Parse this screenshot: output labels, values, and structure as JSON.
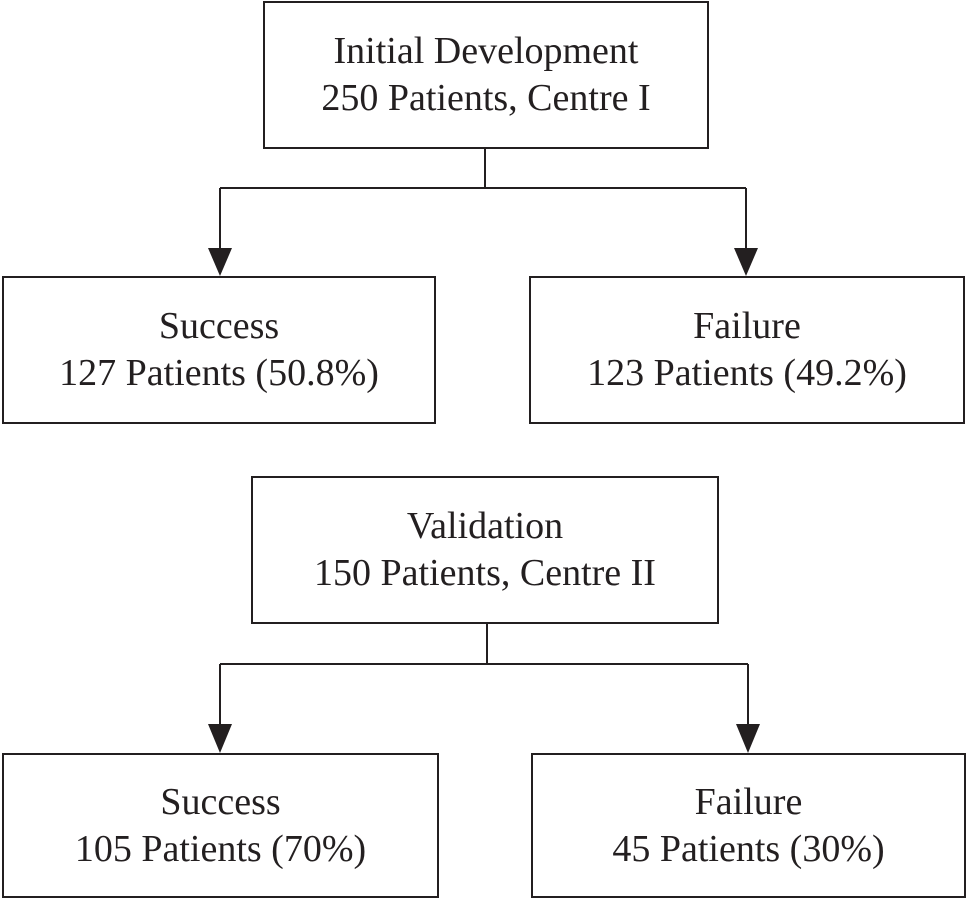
{
  "initial_development": {
    "root": {
      "title": "Initial Development",
      "detail": "250 Patients, Centre I"
    },
    "success": {
      "title": "Success",
      "detail": "127 Patients (50.8%)"
    },
    "failure": {
      "title": "Failure",
      "detail": "123 Patients (49.2%)"
    }
  },
  "validation": {
    "root": {
      "title": "Validation",
      "detail": "150 Patients, Centre II"
    },
    "success": {
      "title": "Success",
      "detail": "105 Patients (70%)"
    },
    "failure": {
      "title": "Failure",
      "detail": "45 Patients (30%)"
    }
  },
  "colors": {
    "ink": "#231f20",
    "background": "#ffffff"
  }
}
